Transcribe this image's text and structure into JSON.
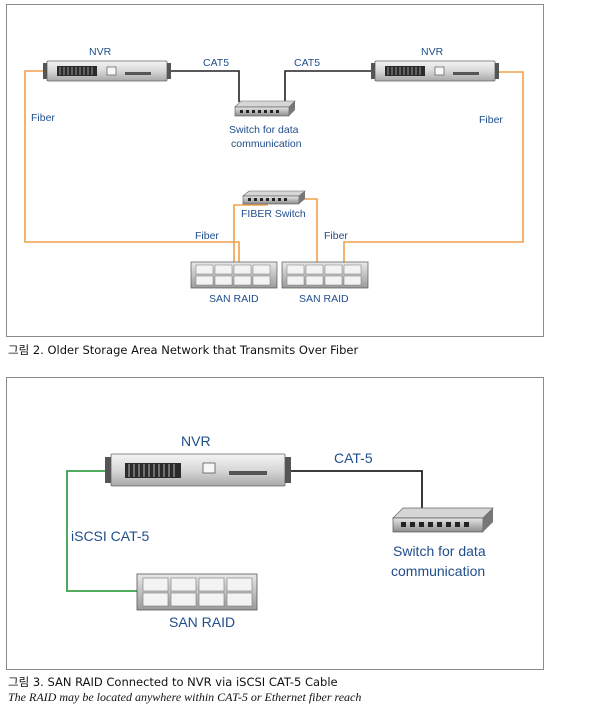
{
  "fig2": {
    "labels": {
      "nvr_left": "NVR",
      "nvr_right": "NVR",
      "cat5_left": "CAT5",
      "cat5_right": "CAT5",
      "switch_line1": "Switch for data",
      "switch_line2": "communication",
      "fiber_left": "Fiber",
      "fiber_right": "Fiber",
      "fiber_switch": "FIBER Switch",
      "fiber_mid_left": "Fiber",
      "fiber_mid_right": "Fiber",
      "san_left": "SAN RAID",
      "san_right": "SAN RAID"
    },
    "caption": "그림 2. Older Storage Area Network that Transmits Over Fiber"
  },
  "fig3": {
    "labels": {
      "nvr": "NVR",
      "cat5": "CAT-5",
      "iscsi": "iSCSI CAT-5",
      "switch_line1": "Switch for data",
      "switch_line2": "communication",
      "san": "SAN RAID"
    },
    "caption": "그림 3. SAN RAID Connected to NVR via iSCSI CAT-5 Cable",
    "note": "The RAID may be located anywhere within CAT-5 or Ethernet fiber reach"
  },
  "colors": {
    "fiber": "#f0a04b",
    "iscsi": "#3aa04a",
    "cat5": "#222222",
    "label": "#1f4e8c"
  }
}
